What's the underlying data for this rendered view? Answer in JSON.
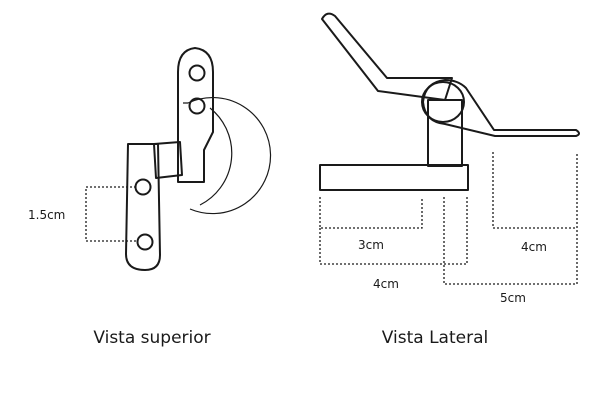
{
  "top_view": {
    "caption": "Vista superior",
    "hole_spacing": "1.5cm"
  },
  "side_view": {
    "caption": "Vista Lateral",
    "dim_3cm": "3cm",
    "dim_4cm_left": "4cm",
    "dim_4cm_right": "4cm",
    "dim_5cm": "5cm"
  }
}
